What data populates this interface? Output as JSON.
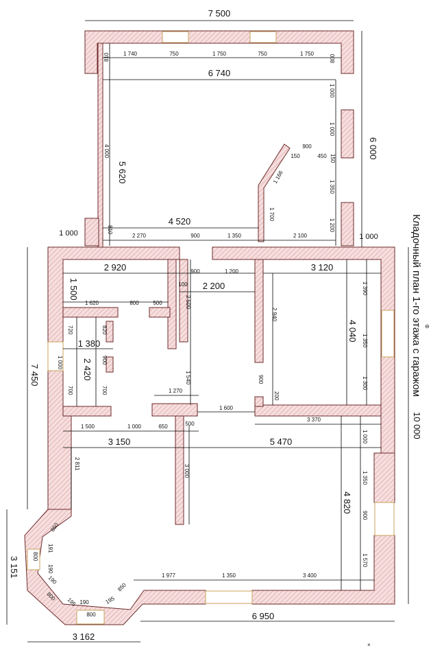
{
  "plan": {
    "title": "Кладочный план 1-го этажа с гаражом",
    "dims": {
      "top_total": "7 500",
      "top_1740_a": "1 740",
      "top_750_a": "750",
      "top_1750_a": "1 750",
      "top_750_b": "750",
      "top_1750_b": "1 750",
      "top_810": "810",
      "top_800": "800",
      "inner_6740": "6 740",
      "right_6000": "6 000",
      "left_5620": "5 620",
      "left_4000": "4 000",
      "r_1000_a": "1 000",
      "r_1000_b": "1 000",
      "r_1350": "1 350",
      "r_1200": "1 200",
      "bay_900": "900",
      "bay_150_a": "150",
      "bay_450": "450",
      "bay_150_b": "150",
      "bay_1166": "1 166",
      "bay_1700": "1 700",
      "mid_4520": "4 520",
      "mid_810": "810",
      "mid_2270": "2 270",
      "mid_900": "900",
      "mid_1350": "1 350",
      "mid_2100": "2 100",
      "left_1000": "1 000",
      "right_1000": "1 000",
      "room_2920": "2 920",
      "room_900": "900",
      "room_1200": "1 200",
      "room_3120": "3 120",
      "room_1500": "1 500",
      "room_100": "100",
      "room_2200": "2 200",
      "room_1620": "1 620",
      "room_800": "800",
      "room_500": "500",
      "room_2500": "2 500",
      "room_2940": "2 940",
      "room_4040": "4 040",
      "room_1390": "1 390",
      "room_1350": "1 350",
      "room_1300": "1 300",
      "room_720": "720",
      "room_820": "820",
      "room_1380": "1 380",
      "room_2420": "2 420",
      "room_1000": "1 000",
      "room_900b": "900",
      "room_700_a": "700",
      "room_700_b": "700",
      "room_1540": "1 540",
      "room_900c": "900",
      "room_200": "200",
      "room_1270": "1 270",
      "room_1600": "1 600",
      "room_3370": "3 370",
      "low_1500": "1 500",
      "low_1000": "1 000",
      "low_650": "650",
      "low_500": "500",
      "low_3150": "3 150",
      "low_5470": "5 470",
      "low_2811": "2 811",
      "low_3000": "3 000",
      "low_r1000": "1 000",
      "low_r1350": "1 350",
      "low_r900": "900",
      "low_r1570": "1 570",
      "low_4820": "4 820",
      "left_7450": "7 450",
      "right_10000": "10 000",
      "bay2_850_a": "850",
      "bay2_191": "191",
      "bay2_800_a": "800",
      "bay2_190_a": "190",
      "bay2_190_b": "190",
      "bay2_800_b": "800",
      "bay2_195_a": "195",
      "bay2_190_c": "190",
      "bay2_195_b": "195",
      "bay2_800_c": "800",
      "bay2_850_b": "850",
      "bot_1977": "1 977",
      "bot_1350": "1 350",
      "bot_3400": "3 400",
      "bot_6950": "6 950",
      "bot_3162": "3 162",
      "left_3151": "3 151"
    }
  }
}
